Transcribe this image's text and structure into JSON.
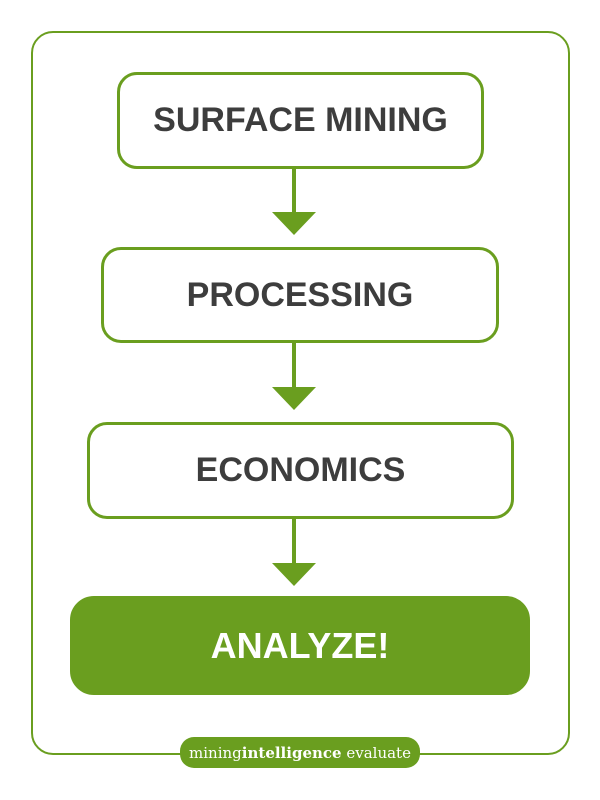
{
  "steps": [
    "SURFACE MINING",
    "PROCESSING",
    "ECONOMICS"
  ],
  "final": "ANALYZE!",
  "badge": {
    "part1": "mining",
    "part2": "intelligence",
    "part3": " evaluate"
  },
  "colors": {
    "accent": "#6a9e1f",
    "text": "#3d3d3d"
  }
}
